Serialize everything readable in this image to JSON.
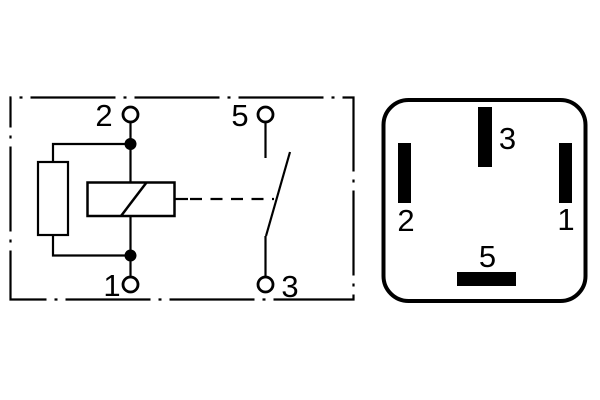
{
  "schematic": {
    "terminals": [
      {
        "label": "2",
        "position": "top-left"
      },
      {
        "label": "5",
        "position": "top-right"
      },
      {
        "label": "1",
        "position": "bottom-left"
      },
      {
        "label": "3",
        "position": "bottom-right"
      }
    ]
  },
  "connector": {
    "pins": [
      {
        "label": "3",
        "position": "top-center",
        "orientation": "vertical"
      },
      {
        "label": "2",
        "position": "left",
        "orientation": "vertical"
      },
      {
        "label": "1",
        "position": "right",
        "orientation": "vertical"
      },
      {
        "label": "5",
        "position": "bottom-center",
        "orientation": "horizontal"
      }
    ]
  },
  "colors": {
    "line": "#000000",
    "background": "#ffffff",
    "pin_fill": "#000000"
  }
}
